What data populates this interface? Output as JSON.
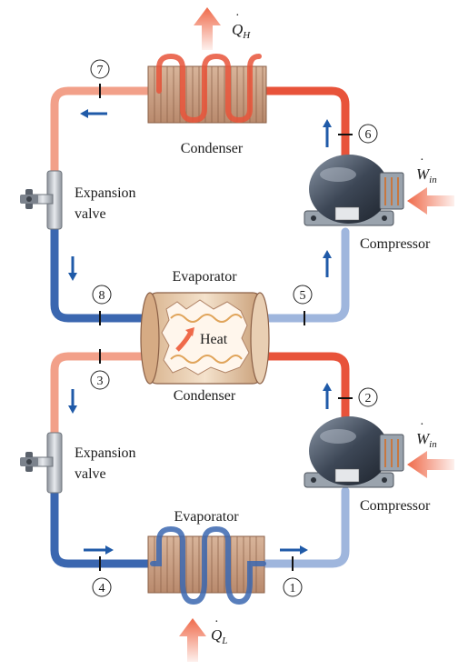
{
  "labels": {
    "condenser_top": "Condenser",
    "condenser_mid": "Condenser",
    "evaporator_mid": "Evaporator",
    "evaporator_bottom": "Evaporator",
    "expansion_top_1": "Expansion",
    "expansion_top_2": "valve",
    "expansion_bottom_1": "Expansion",
    "expansion_bottom_2": "valve",
    "compressor_top": "Compressor",
    "compressor_bottom": "Compressor",
    "heat": "Heat"
  },
  "symbols": {
    "q_h": "Q",
    "q_h_sub": "H",
    "q_l": "Q",
    "q_l_sub": "L",
    "w_in_top": "W",
    "w_in_top_sub": "in",
    "w_in_bottom": "W",
    "w_in_bottom_sub": "in"
  },
  "states": [
    "1",
    "2",
    "3",
    "4",
    "5",
    "6",
    "7",
    "8"
  ],
  "colors": {
    "hot_pipe": "#e8533a",
    "warm_pipe": "#f2a089",
    "cold_pipe": "#3b67b0",
    "cool_pipe": "#9fb6dd",
    "heat_arrow": "#ef6a4a",
    "flow_arrow": "#1f5aa8"
  },
  "icons": [
    "valve-handle-icon",
    "compressor-icon",
    "coil-icon",
    "flow-arrow-icon",
    "heat-arrow-icon"
  ]
}
